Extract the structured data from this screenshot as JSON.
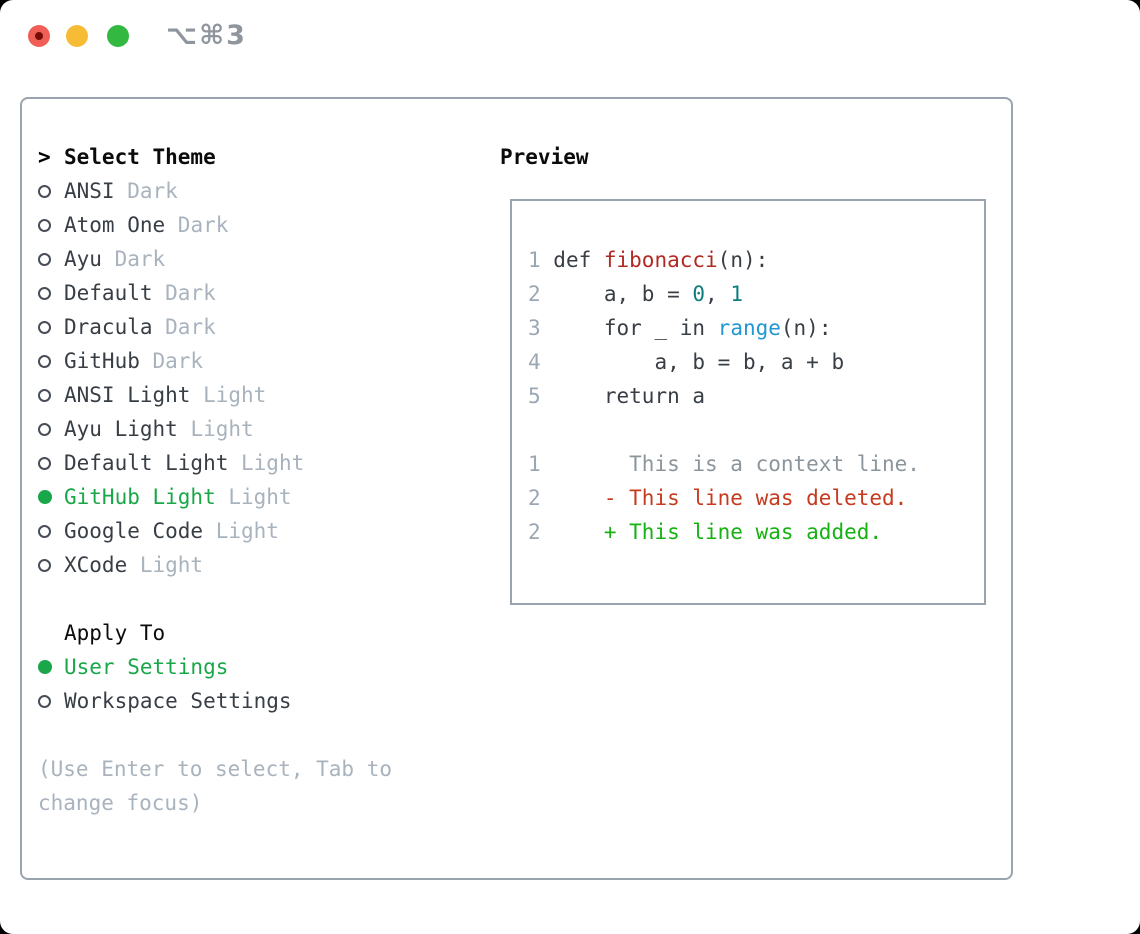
{
  "titlebar": {
    "shortcut": "⌥⌘3"
  },
  "colors": {
    "light_red": "#f05f56",
    "light_red_dot": "#750c05",
    "light_yellow": "#f6bc35",
    "light_green": "#33b841",
    "titlebar_gray": "#8f959c",
    "border_gray": "#9aa4af",
    "header_black": "#0b0b0b",
    "text_primary": "#383e45",
    "text_muted": "#a9b3bd",
    "bullet_outline": "#474e57",
    "selection_green": "#1aa749",
    "line_number": "#9aa7b3",
    "context_gray": "#8b959c",
    "deleted_red": "#c63a1e",
    "added_green": "#16b212",
    "function_red": "#b02a23",
    "number_teal": "#0d7e7e",
    "builtin_blue": "#2197d3"
  },
  "theme_selector": {
    "caret": ">",
    "header": "Select Theme",
    "themes": [
      {
        "name": "ANSI",
        "variant": "Dark",
        "selected": false
      },
      {
        "name": "Atom One",
        "variant": "Dark",
        "selected": false
      },
      {
        "name": "Ayu",
        "variant": "Dark",
        "selected": false
      },
      {
        "name": "Default",
        "variant": "Dark",
        "selected": false
      },
      {
        "name": "Dracula",
        "variant": "Dark",
        "selected": false
      },
      {
        "name": "GitHub",
        "variant": "Dark",
        "selected": false
      },
      {
        "name": "ANSI Light",
        "variant": "Light",
        "selected": false
      },
      {
        "name": "Ayu Light",
        "variant": "Light",
        "selected": false
      },
      {
        "name": "Default Light",
        "variant": "Light",
        "selected": false
      },
      {
        "name": "GitHub Light",
        "variant": "Light",
        "selected": true
      },
      {
        "name": "Google Code",
        "variant": "Light",
        "selected": false
      },
      {
        "name": "XCode",
        "variant": "Light",
        "selected": false
      }
    ],
    "apply_to": {
      "header": "Apply To",
      "options": [
        {
          "name": "User Settings",
          "selected": true
        },
        {
          "name": "Workspace Settings",
          "selected": false
        }
      ]
    },
    "hint_lines": [
      "(Use Enter to select, Tab to",
      "change focus)"
    ]
  },
  "preview": {
    "header": "Preview",
    "lines": [
      [],
      [
        [
          "ln",
          "1"
        ],
        [
          "code",
          " def "
        ],
        [
          "fn",
          "fibonacci"
        ],
        [
          "code",
          "(n):"
        ]
      ],
      [
        [
          "ln",
          "2"
        ],
        [
          "code",
          "     a, b = "
        ],
        [
          "num",
          "0"
        ],
        [
          "code",
          ", "
        ],
        [
          "num",
          "1"
        ]
      ],
      [
        [
          "ln",
          "3"
        ],
        [
          "code",
          "     for _ in "
        ],
        [
          "builtin",
          "range"
        ],
        [
          "code",
          "(n):"
        ]
      ],
      [
        [
          "ln",
          "4"
        ],
        [
          "code",
          "         a, b = b, a + b"
        ]
      ],
      [
        [
          "ln",
          "5"
        ],
        [
          "code",
          "     return a"
        ]
      ],
      [],
      [
        [
          "ln",
          "1"
        ],
        [
          "ctx",
          "       This is a context line."
        ]
      ],
      [
        [
          "ln",
          "2"
        ],
        [
          "del",
          "     - This line was deleted."
        ]
      ],
      [
        [
          "ln",
          "2"
        ],
        [
          "add",
          "     + This line was added."
        ]
      ],
      []
    ]
  }
}
